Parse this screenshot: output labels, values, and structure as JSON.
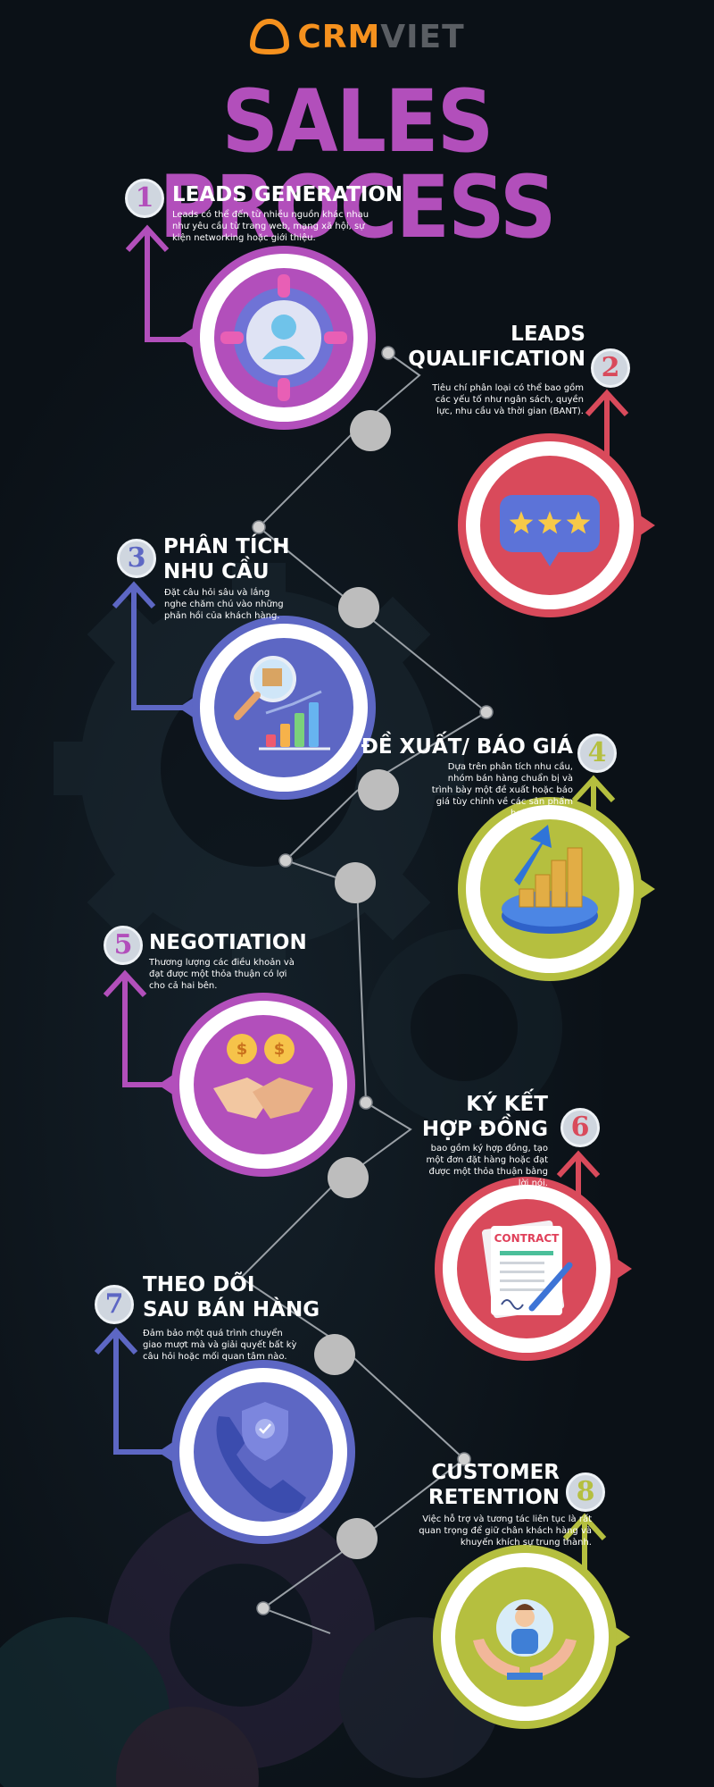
{
  "logo": {
    "brand_part1": "CRM",
    "brand_part2": "VIET"
  },
  "page_title": "SALES PROCESS",
  "steps": [
    {
      "number": "1",
      "heading": "LEADS GENERATION",
      "description": "Leads có thể đến từ nhiều nguồn khác nhau như yêu cầu từ trang web, mạng xã hội, sự kiện networking hoặc giới thiệu.",
      "color": "#b24fbb",
      "icon": "person-target-icon"
    },
    {
      "number": "2",
      "heading": "LEADS\nQUALIFICATION",
      "description": "Tiêu chí phân loại có thể bao gồm các yếu tố như ngân sách, quyền lực, nhu cầu và thời gian (BANT).",
      "color": "#d94a5b",
      "icon": "star-rating-icon"
    },
    {
      "number": "3",
      "heading": "PHÂN TÍCH\nNHU CẦU",
      "description": "Đặt câu hỏi sâu và lắng nghe chăm chú vào những phản hồi của khách hàng.",
      "color": "#5d67c4",
      "icon": "analysis-chart-icon"
    },
    {
      "number": "4",
      "heading": "ĐỀ XUẤT/ BÁO GIÁ",
      "description": "Dựa trên phân tích nhu cầu, nhóm bán hàng chuẩn bị và trình bày một đề xuất hoặc báo giá tùy chỉnh về các sản phẩm hoặc dịch vụ .",
      "color": "#b5bf3f",
      "icon": "growth-bars-icon"
    },
    {
      "number": "5",
      "heading": "NEGOTIATION",
      "description": "Thương lượng các điều khoản và đạt được một thỏa thuận có lợi cho cả hai bên.",
      "color": "#b24fbb",
      "icon": "handshake-icon"
    },
    {
      "number": "6",
      "heading": "KÝ KẾT\nHỢP ĐỒNG",
      "description": "bao gồm ký hợp đồng, tạo một đơn đặt hàng hoặc đạt được một thỏa thuận bằng lời nói.",
      "color": "#d94a5b",
      "icon": "contract-icon",
      "icon_text": "CONTRACT"
    },
    {
      "number": "7",
      "heading": "THEO DÕI\nSAU BÁN HÀNG",
      "description": "Đảm bảo một quá trình chuyển giao mượt mà và giải quyết bất kỳ câu hỏi hoặc mối quan tâm nào.",
      "color": "#5d67c4",
      "icon": "phone-shield-icon"
    },
    {
      "number": "8",
      "heading": "CUSTOMER\nRETENTION",
      "description": "Việc hỗ trợ và tương tác liên tục là rất quan trọng để giữ chân khách hàng và khuyến khích sự trung thành.",
      "color": "#b5bf3f",
      "icon": "customer-care-icon"
    }
  ]
}
